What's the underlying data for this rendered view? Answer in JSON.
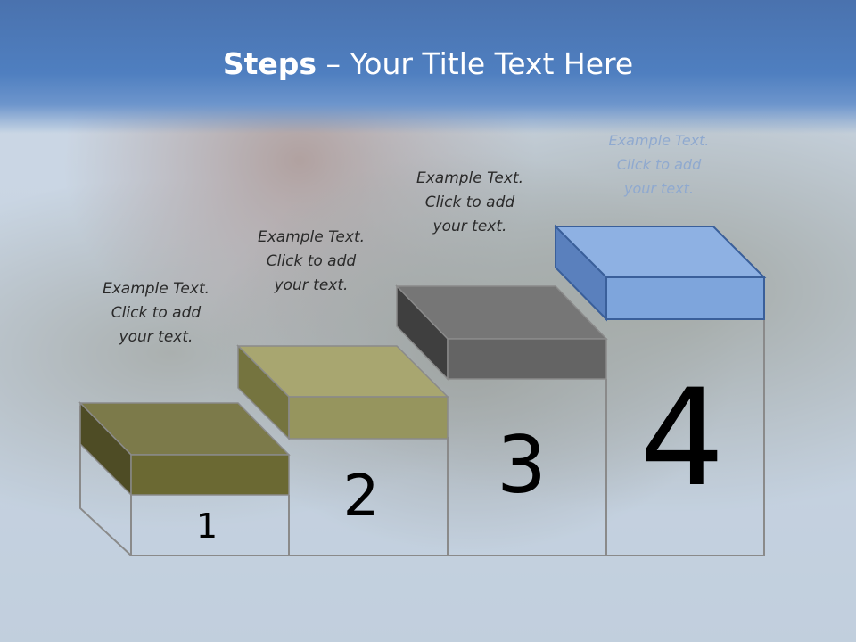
{
  "slide": {
    "title_bold": "Steps",
    "title_rest": " – Your Title Text Here"
  },
  "steps": [
    {
      "number": "1",
      "caption_line1": "Example Text.",
      "caption_line2": "Click  to add",
      "caption_line3": "your text.",
      "top_color": "#7c7a4a",
      "front_color": "#6b6933",
      "side_color": "#4e4c25"
    },
    {
      "number": "2",
      "caption_line1": "Example Text.",
      "caption_line2": "Click  to add",
      "caption_line3": "your text.",
      "top_color": "#a8a670",
      "front_color": "#96955e",
      "side_color": "#75743f"
    },
    {
      "number": "3",
      "caption_line1": "Example Text.",
      "caption_line2": "Click  to add",
      "caption_line3": "your text.",
      "top_color": "#767676",
      "front_color": "#646464",
      "side_color": "#3f3f3f"
    },
    {
      "number": "4",
      "caption_line1": "Example Text.",
      "caption_line2": "Click  to add",
      "caption_line3": "your text.",
      "top_color": "#8eb1e3",
      "front_color": "#7ea5dc",
      "side_color": "#5a80bd"
    }
  ]
}
